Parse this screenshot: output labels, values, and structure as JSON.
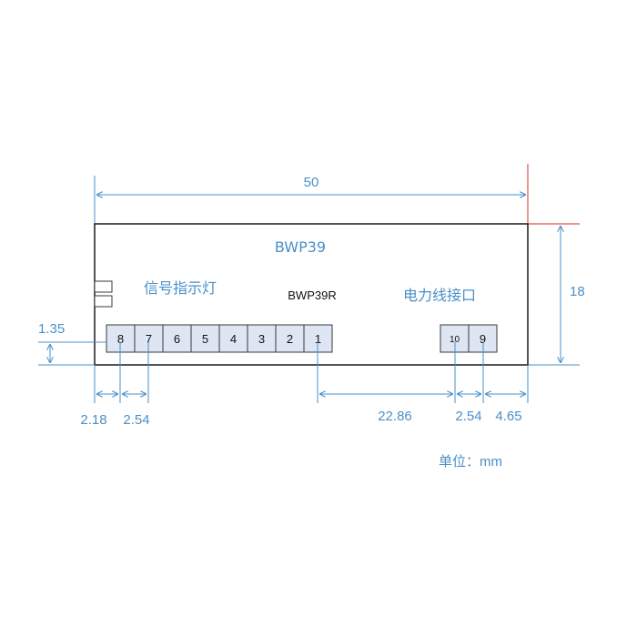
{
  "colors": {
    "dimension": "#4a90c8",
    "outline": "#1a1a1a",
    "pin_fill": "#dde6f2",
    "pin_stroke": "#3a3a3a",
    "red_mark": "#d9534f"
  },
  "board": {
    "title": "BWP39",
    "model": "BWP39R",
    "led_label": "信号指示灯",
    "power_label": "电力线接口"
  },
  "signal_pins": [
    "8",
    "7",
    "6",
    "5",
    "4",
    "3",
    "2",
    "1"
  ],
  "power_pins": [
    "10",
    "9"
  ],
  "dimensions": {
    "width": "50",
    "height": "18",
    "pin_offset_bottom": "1.35",
    "left_edge_to_pin8": "2.18",
    "pin_pitch_left": "2.54",
    "pin1_to_pin10": "22.86",
    "pin_pitch_right": "2.54",
    "pin9_to_edge": "4.65"
  },
  "unit_note": "单位：mm"
}
